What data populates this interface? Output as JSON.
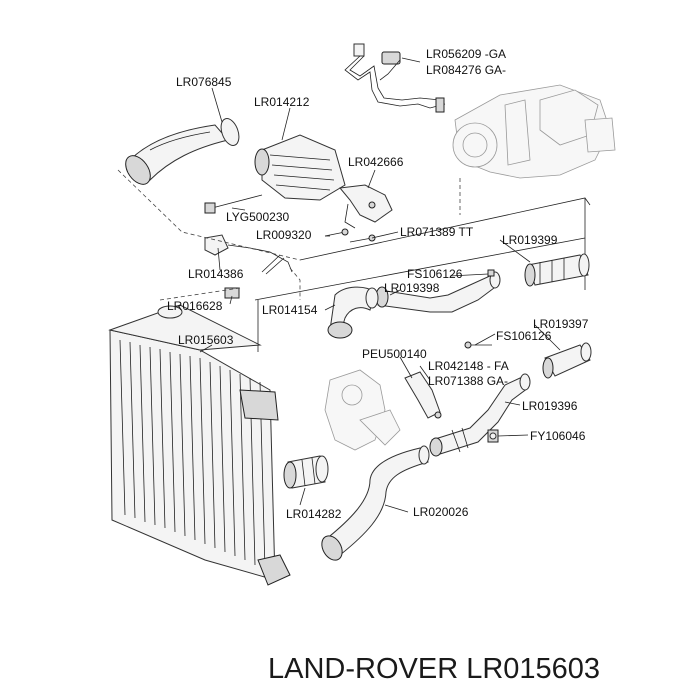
{
  "labels": {
    "lr056209": "LR056209 -GA",
    "lr084276": "LR084276 GA-",
    "lr076845": "LR076845",
    "lr014212": "LR014212",
    "lr042666": "LR042666",
    "lyg500230": "LYG500230",
    "lr009320": "LR009320",
    "lr071389": "LR071389 TT",
    "lr019399": "LR019399",
    "lr014386": "LR014386",
    "fs106126_a": "FS106126",
    "lr019398": "LR019398",
    "lr016628": "LR016628",
    "lr014154": "LR014154",
    "lr019397": "LR019397",
    "fs106126_b": "FS106126",
    "lr015603": "LR015603",
    "peu500140": "PEU500140",
    "lr042148": "LR042148 - FA",
    "lr071388": "LR071388 GA-",
    "lr019396": "LR019396",
    "fy106046": "FY106046",
    "lr014282": "LR014282",
    "lr020026": "LR020026"
  },
  "footer": {
    "title": "LAND-ROVER LR015603"
  }
}
